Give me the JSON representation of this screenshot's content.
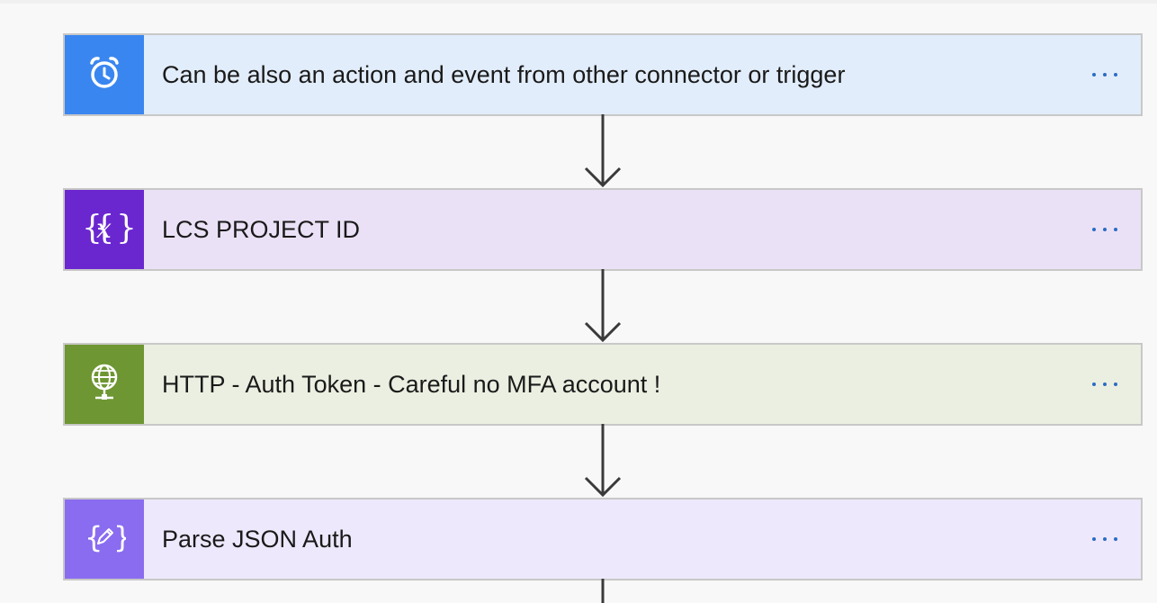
{
  "flow": {
    "steps": [
      {
        "title": "Can be also an action and event from other connector or trigger",
        "icon": "alarm-clock-icon",
        "icon_bg": "#3a86f0",
        "card_bg": "#e2edfb"
      },
      {
        "title": "LCS PROJECT ID",
        "icon": "variable-x-icon",
        "icon_bg": "#6b27cf",
        "card_bg": "#ebe1f7"
      },
      {
        "title": "HTTP - Auth Token - Careful no MFA account !",
        "icon": "globe-network-icon",
        "icon_bg": "#6e9632",
        "card_bg": "#ebefe1"
      },
      {
        "title": "Parse JSON Auth",
        "icon": "json-edit-icon",
        "icon_bg": "#8a6cf0",
        "card_bg": "#ede8fb"
      }
    ],
    "connector_color": "#3a3a3a",
    "more_color": "#2b6cc4"
  }
}
